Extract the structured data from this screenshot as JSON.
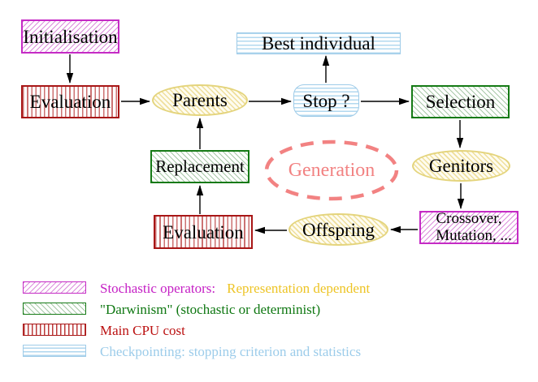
{
  "nodes": {
    "initialisation": {
      "label": "Initialisation"
    },
    "evaluation_top": {
      "label": "Evaluation"
    },
    "parents": {
      "label": "Parents"
    },
    "best_individual": {
      "label": "Best individual"
    },
    "stop": {
      "label": "Stop ?"
    },
    "selection": {
      "label": "Selection"
    },
    "replacement": {
      "label": "Replacement"
    },
    "generation": {
      "label": "Generation"
    },
    "genitors": {
      "label": "Genitors"
    },
    "evaluation_bottom": {
      "label": "Evaluation"
    },
    "offspring": {
      "label": "Offspring"
    },
    "crossover": {
      "line1": "Crossover,",
      "line2": "Mutation, ..."
    }
  },
  "legend": {
    "items": [
      {
        "swatch": "magenta-hatch",
        "label": "Stochastic operators:",
        "label_suffix": "Representation dependent",
        "label_color": "#C520C5",
        "suffix_color": "#EDC425"
      },
      {
        "swatch": "green-hatch",
        "label": "\"Darwinism\" (stochastic or determinist)",
        "label_color": "#0E7711"
      },
      {
        "swatch": "red-vertical-stripes",
        "label": "Main CPU cost",
        "label_color": "#BB1111"
      },
      {
        "swatch": "cyan-horizontal-stripes",
        "label": "Checkpointing: stopping criterion and statistics",
        "label_color": "#9CCCEA"
      }
    ]
  },
  "colors": {
    "magenta": "#C52BC5",
    "green": "#157A15",
    "red": "#A81616",
    "light_blue": "#9ECBE8",
    "yellow": "#E4D47C",
    "salmon": "#F28282",
    "arrow": "#000000",
    "background": "#FFFFFF"
  }
}
